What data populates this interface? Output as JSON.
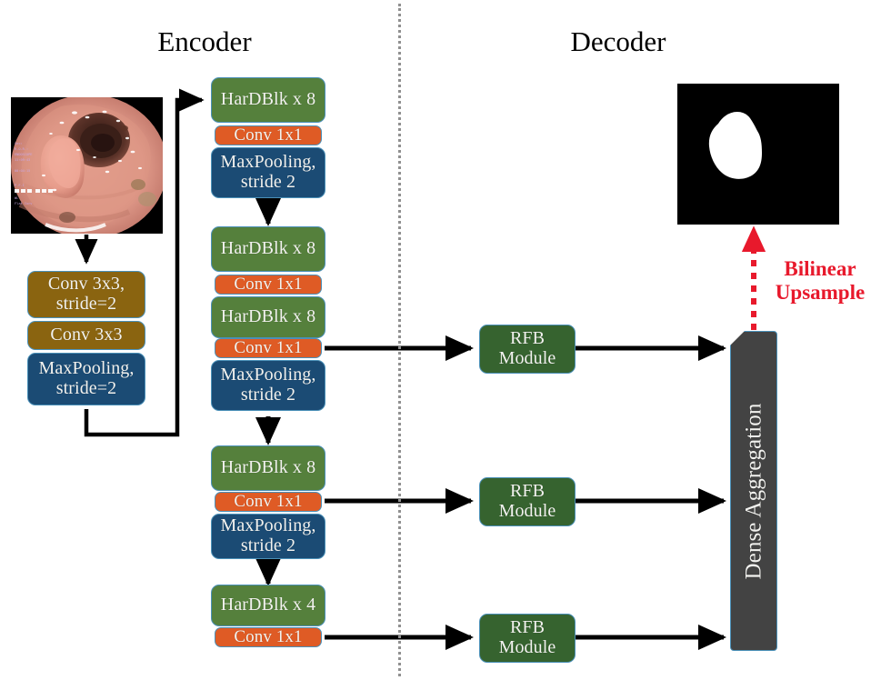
{
  "diagram": {
    "titles": {
      "encoder": "Encoder",
      "decoder": "Decoder"
    },
    "annotations": {
      "bilinear_upsample": "Bilinear\nUpsample",
      "bilinear_upsample_line1": "Bilinear",
      "bilinear_upsample_line2": "Upsample"
    },
    "colors": {
      "hardblk_green": "#55803c",
      "conv1x1_orange": "#df5b25",
      "maxpool_blue": "#1b4b74",
      "conv3x3_brown": "#8a6410",
      "rfb_green": "#36632f",
      "dense_gray": "#434343",
      "upsample_red": "#e8192c",
      "arrow_black": "#000000",
      "divider_gray": "#909090",
      "node_border": "#4a90b8"
    },
    "stem": {
      "input_image_label": "colonoscopy-input-frame",
      "blocks": [
        {
          "id": "conv3x3-s2",
          "label": "Conv 3x3,\nstride=2",
          "line1": "Conv 3x3,",
          "line2": "stride=2",
          "color": "conv3x3_brown"
        },
        {
          "id": "conv3x3",
          "label": "Conv 3x3",
          "line1": "Conv 3x3",
          "line2": "",
          "color": "conv3x3_brown"
        },
        {
          "id": "maxpool-s2",
          "label": "MaxPooling,\nstride=2",
          "line1": "MaxPooling,",
          "line2": "stride=2",
          "color": "maxpool_blue"
        }
      ]
    },
    "encoder_stages": [
      {
        "id": "stage-1",
        "blocks": [
          {
            "id": "hardblk-1",
            "label": "HarDBlk x 8",
            "color": "hardblk_green"
          },
          {
            "id": "conv1x1-1",
            "label": "Conv 1x1",
            "color": "conv1x1_orange"
          },
          {
            "id": "maxpool-1",
            "label": "MaxPooling,\nstride 2",
            "line1": "MaxPooling,",
            "line2": "stride 2",
            "color": "maxpool_blue"
          }
        ]
      },
      {
        "id": "stage-2",
        "blocks": [
          {
            "id": "hardblk-2",
            "label": "HarDBlk x 8",
            "color": "hardblk_green"
          },
          {
            "id": "conv1x1-2",
            "label": "Conv 1x1",
            "color": "conv1x1_orange"
          },
          {
            "id": "hardblk-3",
            "label": "HarDBlk x 8",
            "color": "hardblk_green"
          },
          {
            "id": "conv1x1-3",
            "label": "Conv 1x1",
            "color": "conv1x1_orange",
            "skip": true
          },
          {
            "id": "maxpool-2",
            "label": "MaxPooling,\nstride 2",
            "line1": "MaxPooling,",
            "line2": "stride 2",
            "color": "maxpool_blue"
          }
        ]
      },
      {
        "id": "stage-3",
        "blocks": [
          {
            "id": "hardblk-4",
            "label": "HarDBlk x 8",
            "color": "hardblk_green"
          },
          {
            "id": "conv1x1-4",
            "label": "Conv 1x1",
            "color": "conv1x1_orange",
            "skip": true
          },
          {
            "id": "maxpool-3",
            "label": "MaxPooling,\nstride 2",
            "line1": "MaxPooling,",
            "line2": "stride 2",
            "color": "maxpool_blue"
          }
        ]
      },
      {
        "id": "stage-4",
        "blocks": [
          {
            "id": "hardblk-5",
            "label": "HarDBlk x 4",
            "color": "hardblk_green"
          },
          {
            "id": "conv1x1-5",
            "label": "Conv 1x1",
            "color": "conv1x1_orange",
            "skip": true
          }
        ]
      }
    ],
    "decoder": {
      "rfb_modules": [
        {
          "id": "rfb-1",
          "label": "RFB\nModule",
          "line1": "RFB",
          "line2": "Module"
        },
        {
          "id": "rfb-2",
          "label": "RFB\nModule",
          "line1": "RFB",
          "line2": "Module"
        },
        {
          "id": "rfb-3",
          "label": "RFB\nModule",
          "line1": "RFB",
          "line2": "Module"
        }
      ],
      "aggregation": {
        "id": "dense-aggregation",
        "label": "Dense Aggregation"
      },
      "output_image_label": "binary-segmentation-mask"
    }
  }
}
